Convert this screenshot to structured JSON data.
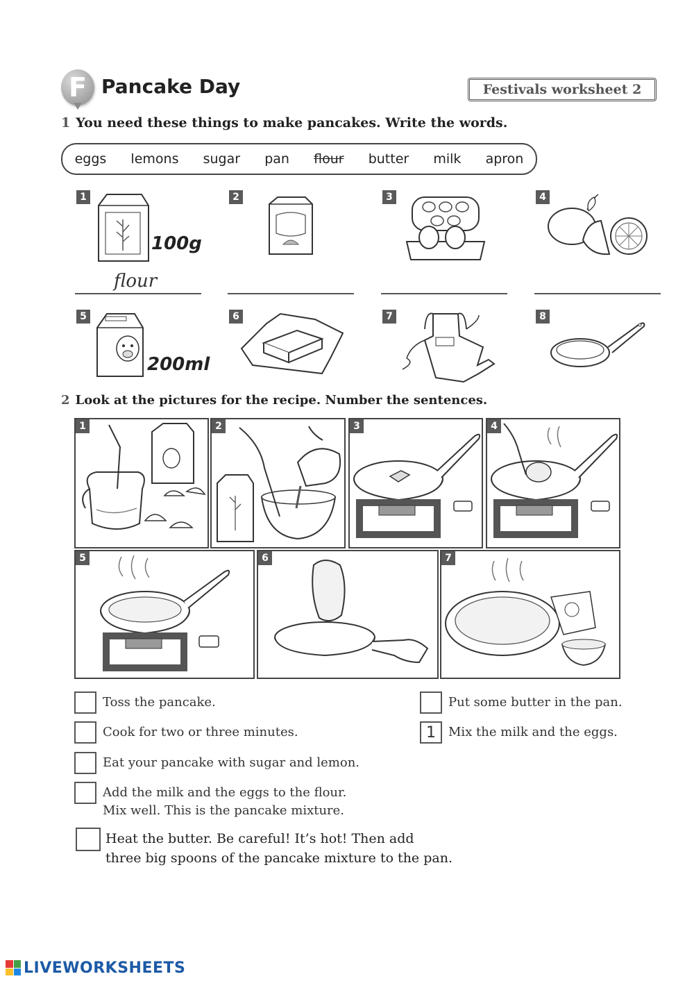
{
  "header": {
    "badge_letter": "F",
    "title": "Pancake Day",
    "tag": "Festivals worksheet 2"
  },
  "exercise1": {
    "number": "1",
    "instruction": "You need these things to make pancakes. Write the words.",
    "words": [
      "eggs",
      "lemons",
      "sugar",
      "pan",
      "flour",
      "butter",
      "milk",
      "apron"
    ],
    "crossed_word_index": 4,
    "items": [
      {
        "n": "1",
        "picture": "flour-bag",
        "quantity": "100g",
        "answer": "flour"
      },
      {
        "n": "2",
        "picture": "sugar-bag",
        "quantity": "",
        "answer": ""
      },
      {
        "n": "3",
        "picture": "egg-box",
        "quantity": "",
        "answer": ""
      },
      {
        "n": "4",
        "picture": "lemons",
        "quantity": "",
        "answer": ""
      },
      {
        "n": "5",
        "picture": "milk-carton",
        "quantity": "200ml",
        "answer": ""
      },
      {
        "n": "6",
        "picture": "butter",
        "quantity": "",
        "answer": ""
      },
      {
        "n": "7",
        "picture": "apron",
        "quantity": "",
        "answer": ""
      },
      {
        "n": "8",
        "picture": "frying-pan",
        "quantity": "",
        "answer": ""
      }
    ]
  },
  "exercise2": {
    "number": "2",
    "instruction": "Look at the pictures for the recipe. Number the sentences.",
    "panels": [
      "1",
      "2",
      "3",
      "4",
      "5",
      "6",
      "7"
    ],
    "sentences_left": [
      {
        "box": "",
        "text": "Toss the pancake."
      },
      {
        "box": "",
        "text": "Cook for two or three minutes."
      },
      {
        "box": "",
        "text": "Eat your pancake with sugar and lemon."
      },
      {
        "box": "",
        "line1": "Add the milk and the eggs to the flour.",
        "line2": "Mix well. This is the pancake mixture."
      },
      {
        "box": "",
        "line1": "Heat the butter. Be careful! It’s hot!  Then add",
        "line2": "three big spoons of the pancake mixture to the pan."
      }
    ],
    "sentences_right": [
      {
        "box": "",
        "text": "Put some butter in the pan."
      },
      {
        "box": "1",
        "text": "Mix the milk and the eggs."
      }
    ]
  },
  "footer": {
    "brand": "LIVEWORKSHEETS",
    "brand_color": "#1c5aa6"
  }
}
